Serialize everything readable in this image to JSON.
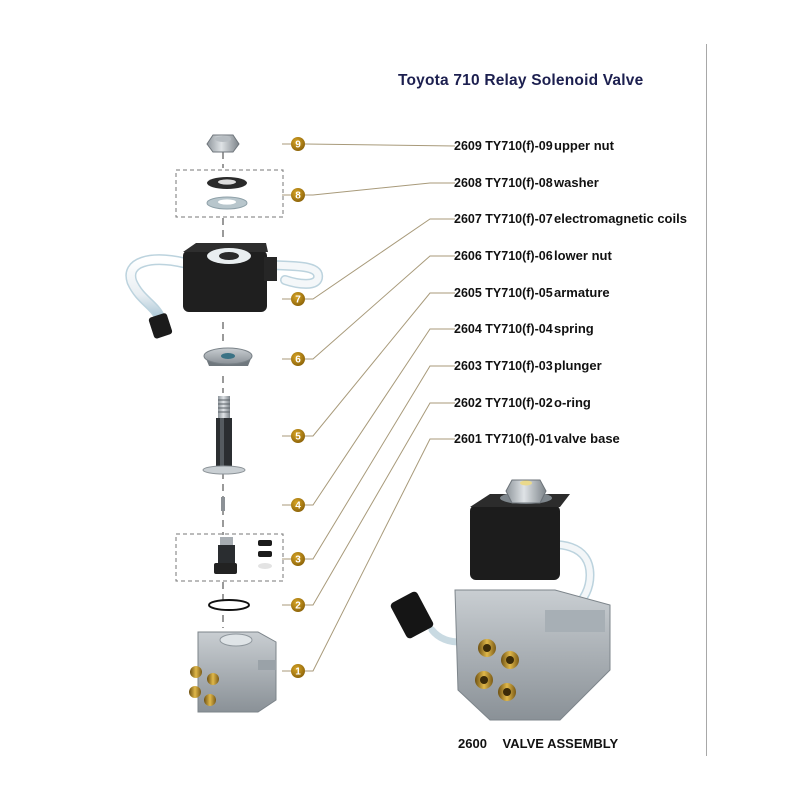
{
  "title": "Toyota 710  Relay Solenoid Valve",
  "colors": {
    "title": "#1c1f4f",
    "badge": "#a8790f",
    "leader": "#a89a7a",
    "divider": "#a8a8a8"
  },
  "parts": [
    {
      "badge": "9",
      "code": "2609 TY710(f)-09",
      "name": "upper nut"
    },
    {
      "badge": "8",
      "code": "2608 TY710(f)-08",
      "name": "washer"
    },
    {
      "badge": "7",
      "code": "2607 TY710(f)-07",
      "name": "electromagnetic coils"
    },
    {
      "badge": "6",
      "code": "2606 TY710(f)-06",
      "name": "lower nut"
    },
    {
      "badge": "5",
      "code": "2605 TY710(f)-05",
      "name": "armature"
    },
    {
      "badge": "4",
      "code": "2604 TY710(f)-04",
      "name": "spring"
    },
    {
      "badge": "3",
      "code": "2603 TY710(f)-03",
      "name": "plunger"
    },
    {
      "badge": "2",
      "code": "2602 TY710(f)-02",
      "name": "o-ring"
    },
    {
      "badge": "1",
      "code": "2601 TY710(f)-01",
      "name": "valve base"
    }
  ],
  "assembly": {
    "code": "2600",
    "name": "VALVE ASSEMBLY"
  }
}
